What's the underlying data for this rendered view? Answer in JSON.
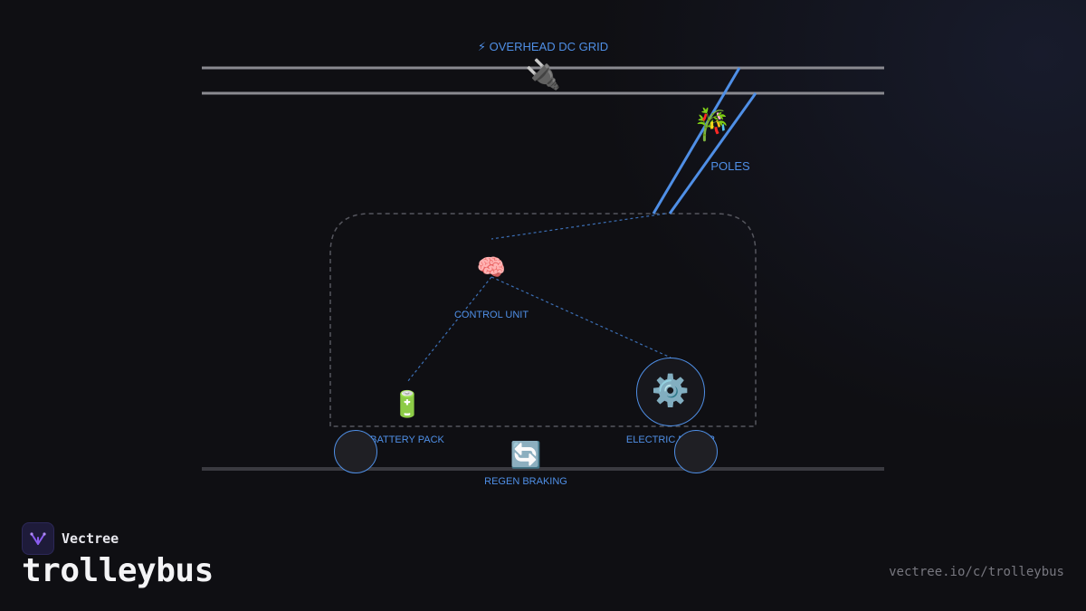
{
  "diagram": {
    "labels": {
      "grid": "⚡ OVERHEAD DC GRID",
      "poles": "POLES",
      "control_unit": "CONTROL UNIT",
      "battery_pack": "BATTERY PACK",
      "electric_motor": "ELECTRIC MOTOR",
      "regen_braking": "REGEN BRAKING"
    },
    "icons": {
      "plug": "🔌",
      "poles": "🎋",
      "brain": "🧠",
      "battery": "🔋",
      "motor": "⚙️",
      "regen": "🔄"
    },
    "colors": {
      "accent": "#4f8fe6",
      "wire": "#7a7a80",
      "body_outline": "#55565e",
      "wheel_fill": "#1f1f24",
      "background": "#0f0f13"
    }
  },
  "brand": {
    "name": "Vectree"
  },
  "page": {
    "title": "trolleybus",
    "url": "vectree.io/c/trolleybus"
  }
}
